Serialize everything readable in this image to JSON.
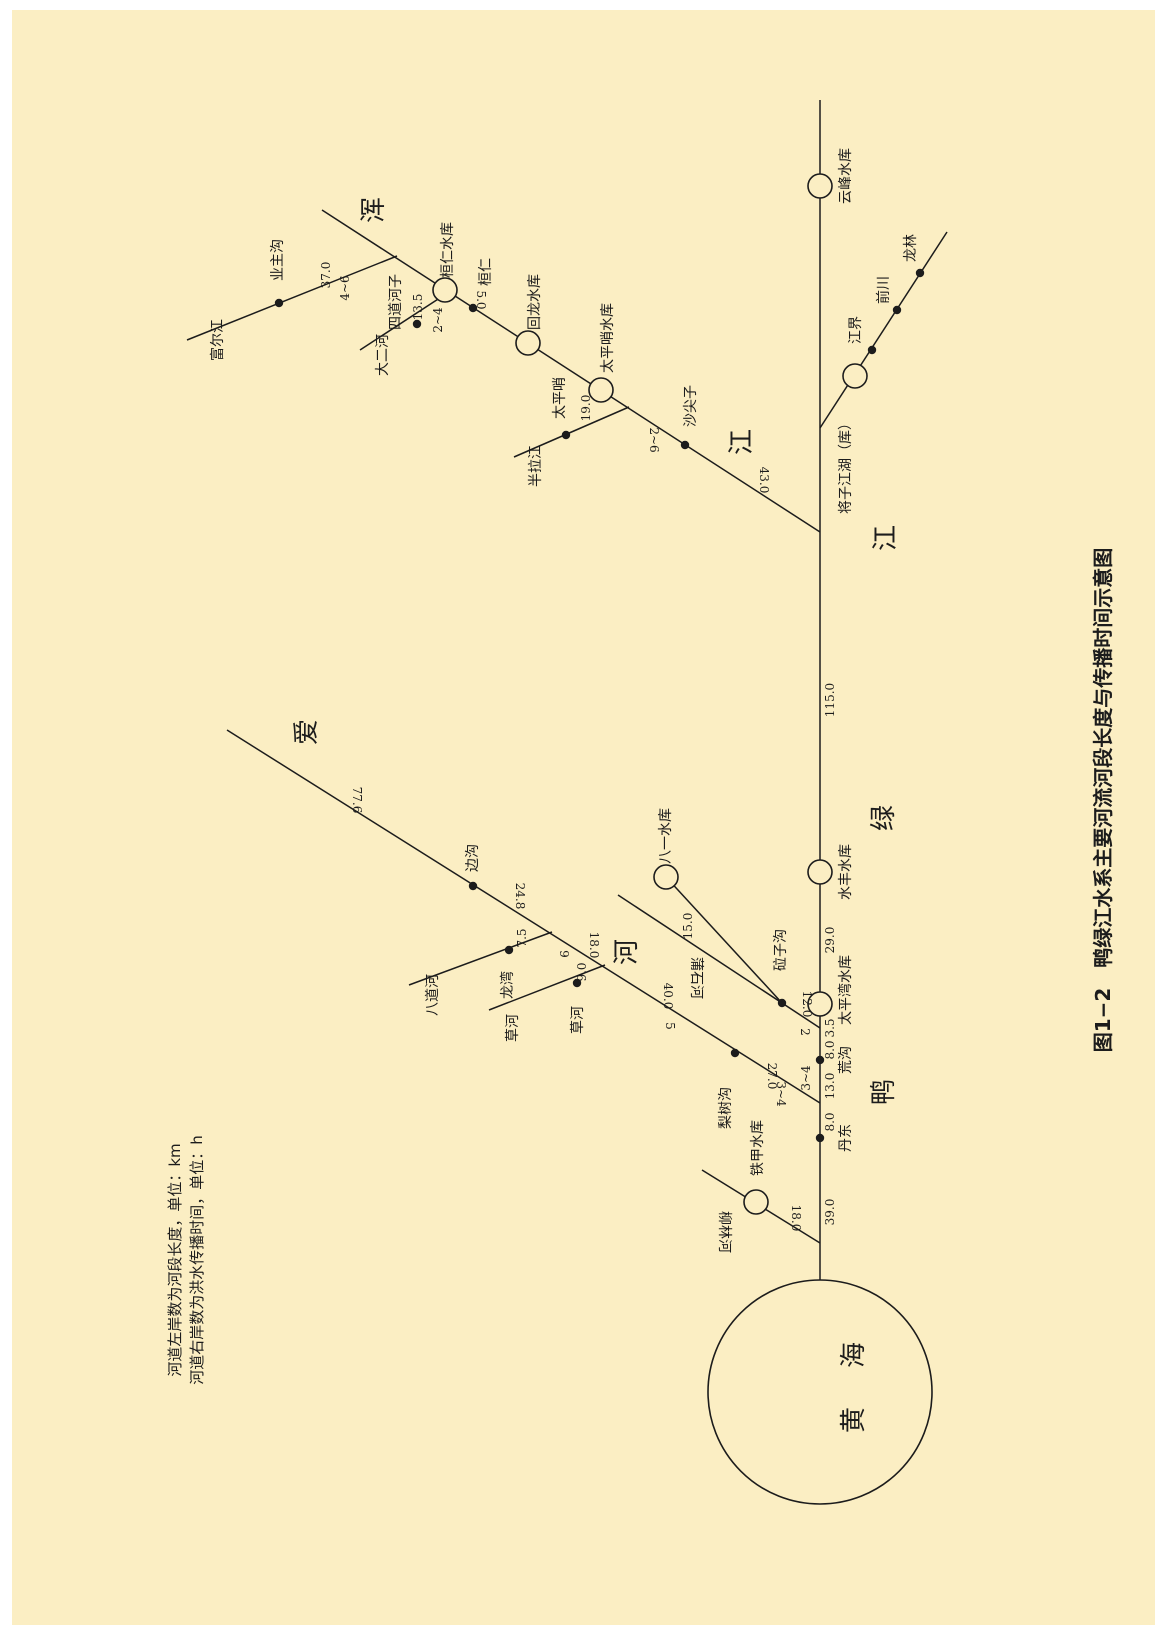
{
  "caption": "图1−2　鸭绿江水系主要河流河段长度与传播时间示意图",
  "notes": [
    "河道左岸数为河段长度，单位：km",
    "河道右岸数为洪水传播时间，单位：h"
  ],
  "sea": {
    "char1": "黄",
    "char2": "海"
  },
  "rivers": {
    "yalu": [
      "鸭",
      "绿",
      "江"
    ],
    "aihe": [
      "爱",
      "河"
    ],
    "hunjiang": [
      "浑",
      "江"
    ]
  },
  "places": {
    "dandong": "丹东",
    "huanggou": "荒沟",
    "taipingwan": "太平湾水库",
    "shuifeng": "水丰水库",
    "jiangzi": "将子江湖（库）",
    "yunfeng": "云峰水库",
    "jiangjie": "江界",
    "qianchuan": "前川",
    "longlin": "龙林",
    "tiejia": "铁甲水库",
    "liulinhe": "柳林河",
    "lishugou": "梨树沟",
    "caohe1": "草河",
    "caohe2": "草河",
    "badaohe": "八道河",
    "longwan": "龙湾",
    "biangou": "边沟",
    "puzigou": "砬子沟",
    "pushihe": "蒲石河",
    "bayi": "八一水库",
    "banlajiang": "半拉江",
    "taipingshao": "太平哨",
    "taipingshaores": "太平哨水库",
    "shajianzi": "沙尖子",
    "huilong": "回龙水库",
    "huanren": "桓仁",
    "huanrenres": "桓仁水库",
    "daerhe": "大二河",
    "sidaohezi": "四道河子",
    "fuerjiang": "富尔江",
    "yezhugou": "业主沟"
  },
  "numbers": {
    "n390": "39.0",
    "n180": "18.0",
    "n80a": "8.0",
    "n130": "13.0",
    "n34a": "3~4",
    "n80b": "8.0",
    "n35": "3.5",
    "n290": "29.0",
    "n1150": "115.0",
    "n430": "43.0",
    "n270": "27.0",
    "n34b": "3~4",
    "n400": "40.0",
    "n5": "5",
    "n90": "9.0",
    "n180b": "18.0",
    "n9": "9",
    "n75": "7.5",
    "n248": "24.8",
    "n776": "77.6",
    "n120": "12.0",
    "n2a": "2",
    "n150": "15.0",
    "n190": "19.0",
    "n26": "2~6",
    "n50": "5.0",
    "n135": "13.5",
    "n24": "2~4",
    "n370": "37.0",
    "n46": "4~6"
  }
}
